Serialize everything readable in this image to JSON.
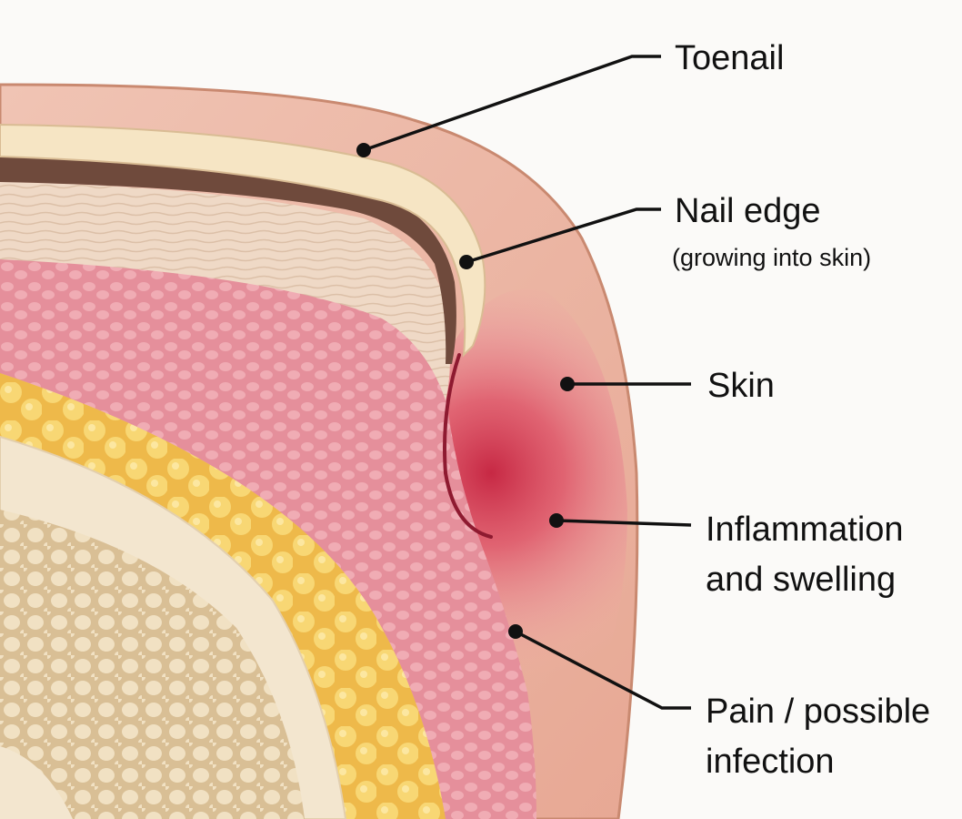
{
  "labels": {
    "toenail": "Toenail",
    "nail_edge": "Nail edge",
    "nail_edge_note": "(growing into skin)",
    "skin": "Skin",
    "inflammation_line1": "Inflammation",
    "inflammation_line2": "and swelling",
    "pain_line1": "Pain / possible",
    "pain_line2": "infection"
  },
  "colors": {
    "background": "#fbfaf8",
    "skin": "#e9b2a1",
    "skin_outline": "#c98970",
    "dermis": "#e79aa4",
    "inflamed": "#d9334f",
    "fat": "#f4cd5f",
    "bone_cortex": "#f3e6cf",
    "bone_marrow": "#dec69f",
    "nail": "#f6e5c4",
    "nail_bed": "#6f4a3c",
    "leader_line": "#111111"
  }
}
